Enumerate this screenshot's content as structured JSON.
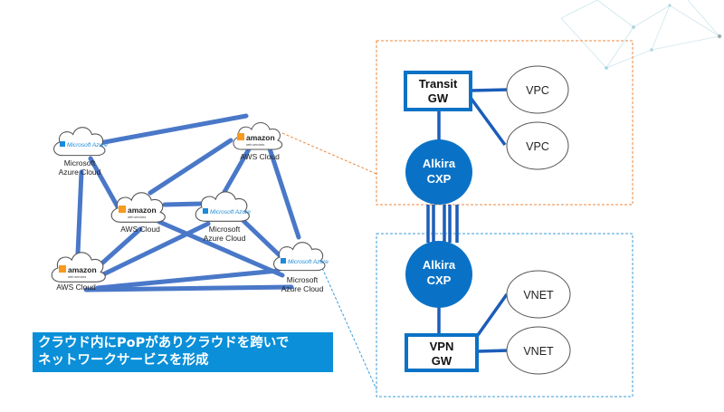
{
  "clouds": {
    "azure_top_left": {
      "logo": "Microsoft Azure",
      "label_line1": "Microsoft",
      "label_line2": "Azure Cloud"
    },
    "aws_top": {
      "logo_main": "amazon",
      "logo_sub": "web services",
      "label": "AWS Cloud"
    },
    "aws_mid": {
      "logo_main": "amazon",
      "logo_sub": "web services",
      "label": "AWS Cloud"
    },
    "azure_mid": {
      "logo": "Microsoft Azure",
      "label_line1": "Microsoft",
      "label_line2": "Azure Cloud"
    },
    "aws_bottom": {
      "logo_main": "amazon",
      "logo_sub": "web services",
      "label": "AWS Cloud"
    },
    "azure_right": {
      "logo": "Microsoft Azure",
      "label_line1": "Microsoft",
      "label_line2": "Azure Cloud"
    }
  },
  "aws_section": {
    "transit_gw": {
      "line1": "Transit",
      "line2": "GW"
    },
    "vpc_1": "VPC",
    "vpc_2": "VPC",
    "cxp": {
      "line1": "Alkira",
      "line2": "CXP"
    }
  },
  "azure_section": {
    "cxp": {
      "line1": "Alkira",
      "line2": "CXP"
    },
    "vpn_gw": {
      "line1": "VPN",
      "line2": "GW"
    },
    "vnet_1": "VNET",
    "vnet_2": "VNET"
  },
  "banner": {
    "line1": "クラウド内にPoPがありクラウドを跨いで",
    "line2": "ネットワークサービスを形成"
  },
  "colors": {
    "link_blue": "#4a78c8",
    "node_blue": "#0a72c6",
    "aws_frame": "#ee8a3c",
    "azure_frame": "#3f9ed8",
    "banner": "#0a8fd8",
    "aws_orange": "#f79a1f",
    "azure_blue": "#1c8ad8"
  },
  "icons": [
    "aws-logo-icon",
    "azure-logo-icon",
    "cloud-outline-icon",
    "network-mesh-decoration-icon"
  ]
}
